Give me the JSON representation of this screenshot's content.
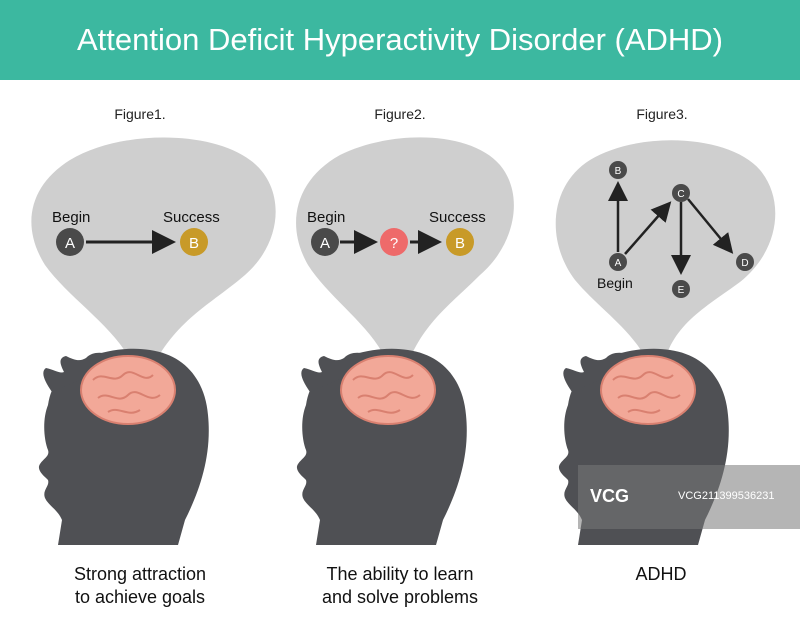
{
  "title": "Attention Deficit Hyperactivity Disorder (ADHD)",
  "colors": {
    "header_bg": "#3cb8a0",
    "bubble": "#cfcfcf",
    "head": "#4f5054",
    "brain": "#f2a898",
    "node_dark": "#4a4a4a",
    "node_gold": "#c89a28",
    "node_question": "#ee6a6a"
  },
  "figures": [
    {
      "label": "Figure1.",
      "begin_label": "Begin",
      "success_label": "Success",
      "nodes": {
        "a": "A",
        "b": "B"
      },
      "caption": [
        "Strong attraction",
        "to achieve goals"
      ]
    },
    {
      "label": "Figure2.",
      "begin_label": "Begin",
      "success_label": "Success",
      "nodes": {
        "a": "A",
        "q": "?",
        "b": "B"
      },
      "caption": [
        "The ability to learn",
        "and solve problems"
      ]
    },
    {
      "label": "Figure3.",
      "begin_label": "Begin",
      "nodes": {
        "a": "A",
        "b": "B",
        "c": "C",
        "d": "D",
        "e": "E"
      },
      "caption": [
        "ADHD"
      ]
    }
  ],
  "watermark": {
    "logo": "VCG",
    "id": "VCG211399536231"
  }
}
